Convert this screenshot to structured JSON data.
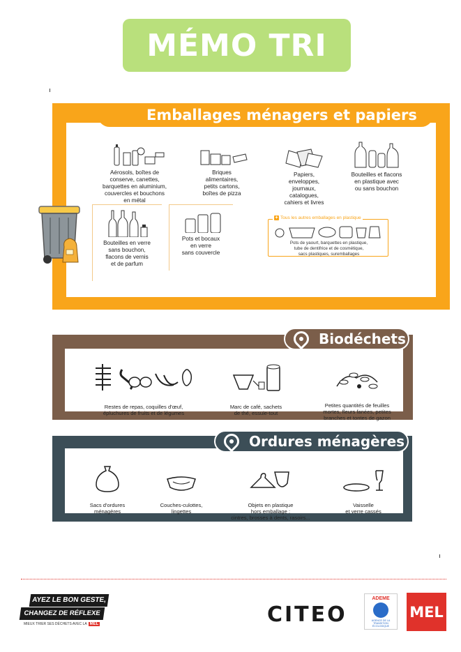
{
  "title": "MÉMO TRI",
  "sections": {
    "recyclables": {
      "title": "Emballages ménagers et papiers",
      "color": "#f9a51a",
      "items": [
        {
          "text": "Aérosols, boîtes de\nconserve, canettes,\nbarquettes en aluminium,\ncouvercles et bouchons\nen métal",
          "icon": "metal-packaging-icon"
        },
        {
          "text": "Briques\nalimentaires,\npetits cartons,\nboîtes de pizza",
          "icon": "carton-icon"
        },
        {
          "text": "Papiers,\nenveloppes,\njournaux,\ncatalogues,\ncahiers et livres",
          "icon": "paper-icon"
        },
        {
          "text": "Bouteilles et flacons\nen plastique avec\nou sans bouchon",
          "icon": "plastic-bottle-icon"
        }
      ],
      "glass_items": [
        {
          "text": "Bouteilles en verre\nsans bouchon,\nflacons de vernis\net de parfum",
          "icon": "glass-bottle-icon"
        },
        {
          "text": "Pots et bocaux\nen verre\nsans couvercle",
          "icon": "glass-jar-icon"
        }
      ],
      "plastics": {
        "label": "Tous les autres emballages en plastique",
        "text": "Pots de yaourt, barquettes en plastique,\ntube de dentifrice et de cosmétique,\nsacs plastiques, suremballages"
      }
    },
    "biowaste": {
      "title": "Biodéchets",
      "color": "#7b5e4a",
      "items": [
        {
          "text": "Restes de repas, coquilles d'œuf,\népluchures de fruits et de légumes",
          "icon": "food-scraps-icon"
        },
        {
          "text": "Marc de café, sachets\nde thé, essuie-tout",
          "icon": "coffee-tea-icon"
        },
        {
          "text": "Petites quantités de feuilles\nmortes, fleurs fanées, petites\nbranches et tontes de gazon",
          "icon": "garden-waste-icon"
        }
      ]
    },
    "household": {
      "title": "Ordures ménagères",
      "color": "#3c4e57",
      "items": [
        {
          "text": "Sacs d'ordures\nménagères",
          "icon": "trash-bag-icon"
        },
        {
          "text": "Couches-culottes,\nlingettes",
          "icon": "diaper-icon"
        },
        {
          "text": "Objets en plastique\nhors emballage :\ncintres, brosses à dents, rasoirs...",
          "icon": "hanger-icon"
        },
        {
          "text": "Vaisselle\net verre cassés",
          "icon": "broken-dish-icon"
        }
      ]
    }
  },
  "footer": {
    "slogan_line1": "AYEZ LE BON GESTE,",
    "slogan_line2": "CHANGEZ DE RÉFLEXE",
    "mini_text": "MIEUX TRIER SES DÉCHETS AVEC LA",
    "mini_brand": "MEL",
    "citeo": "CITEO",
    "ademe": "ADEME",
    "ademe_sub": "AGENCE DE LA TRANSITION ÉCOLOGIQUE",
    "mel": "MEL"
  }
}
